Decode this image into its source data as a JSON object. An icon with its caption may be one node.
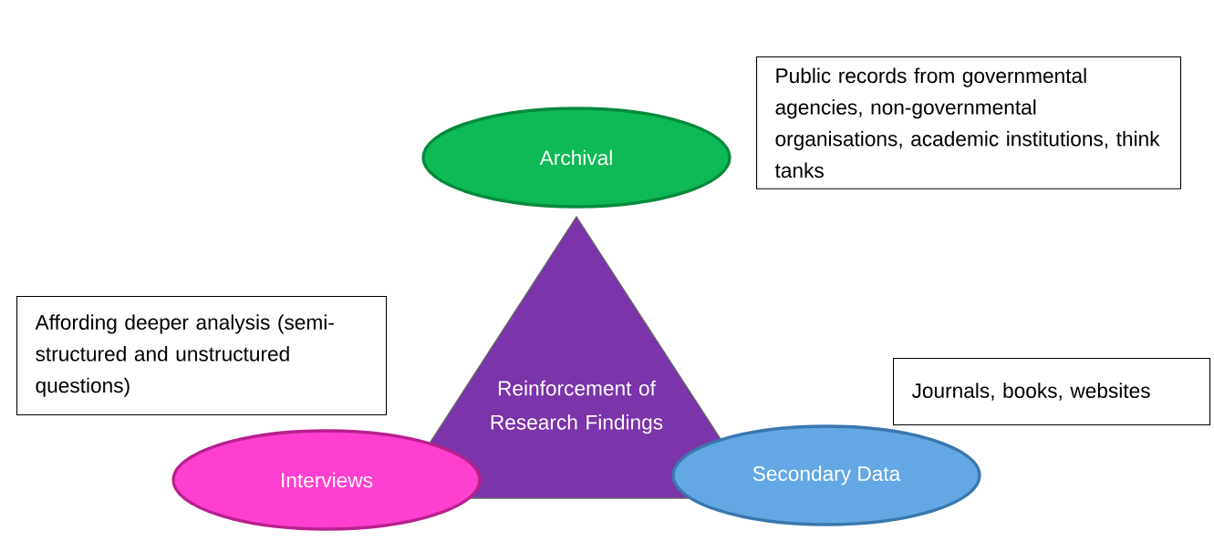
{
  "diagram": {
    "nodes": [
      {
        "text": [
          "Public records from governmental agencies, non-governmental organisations, academic institutions, think tanks"
        ]
      },
      {
        "text": [
          "Archival"
        ]
      },
      {
        "text": [
          "Affording deeper analysis (semi-structured and unstructured questions)"
        ]
      },
      {
        "text": [
          "Reinforcement of Research Findings"
        ]
      },
      {
        "text": [
          "Journals, books, websites"
        ]
      },
      {
        "text": [
          "Interviews"
        ]
      },
      {
        "text": [
          "Secondary Data"
        ]
      }
    ]
  }
}
